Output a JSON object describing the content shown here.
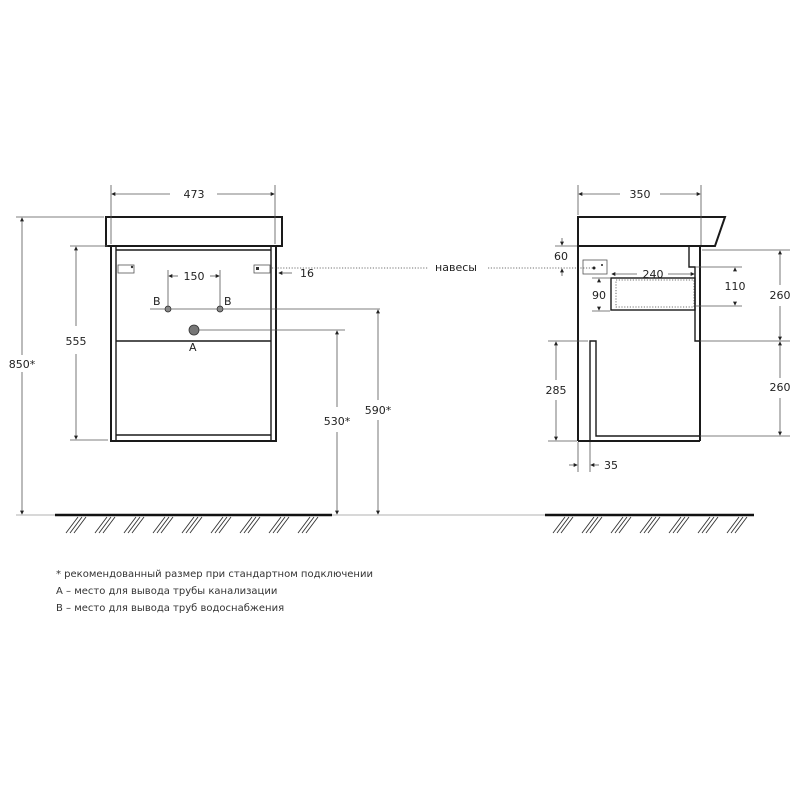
{
  "front_view": {
    "width_label": "473",
    "overall_height_label": "850*",
    "cabinet_height_label": "555",
    "b_spacing_label": "150",
    "hinge_offset_label": "16",
    "b_height_label": "590*",
    "a_height_label": "530*",
    "b_marker_left": "B",
    "b_marker_right": "B",
    "a_marker": "A"
  },
  "side_view": {
    "depth_label": "350",
    "hinge_drop_label": "60",
    "shelf_depth_label": "240",
    "shelf_height_label": "90",
    "niche_height_label": "110",
    "upper_section_label": "260",
    "lower_section_label": "260",
    "panel_height_label": "285",
    "panel_thickness_label": "35"
  },
  "callout": {
    "hinges_label": "навесы"
  },
  "notes": [
    "* рекомендованный размер при стандартном подключении",
    "A – место для вывода трубы канализации",
    "B – место для вывода труб водоснабжения"
  ]
}
